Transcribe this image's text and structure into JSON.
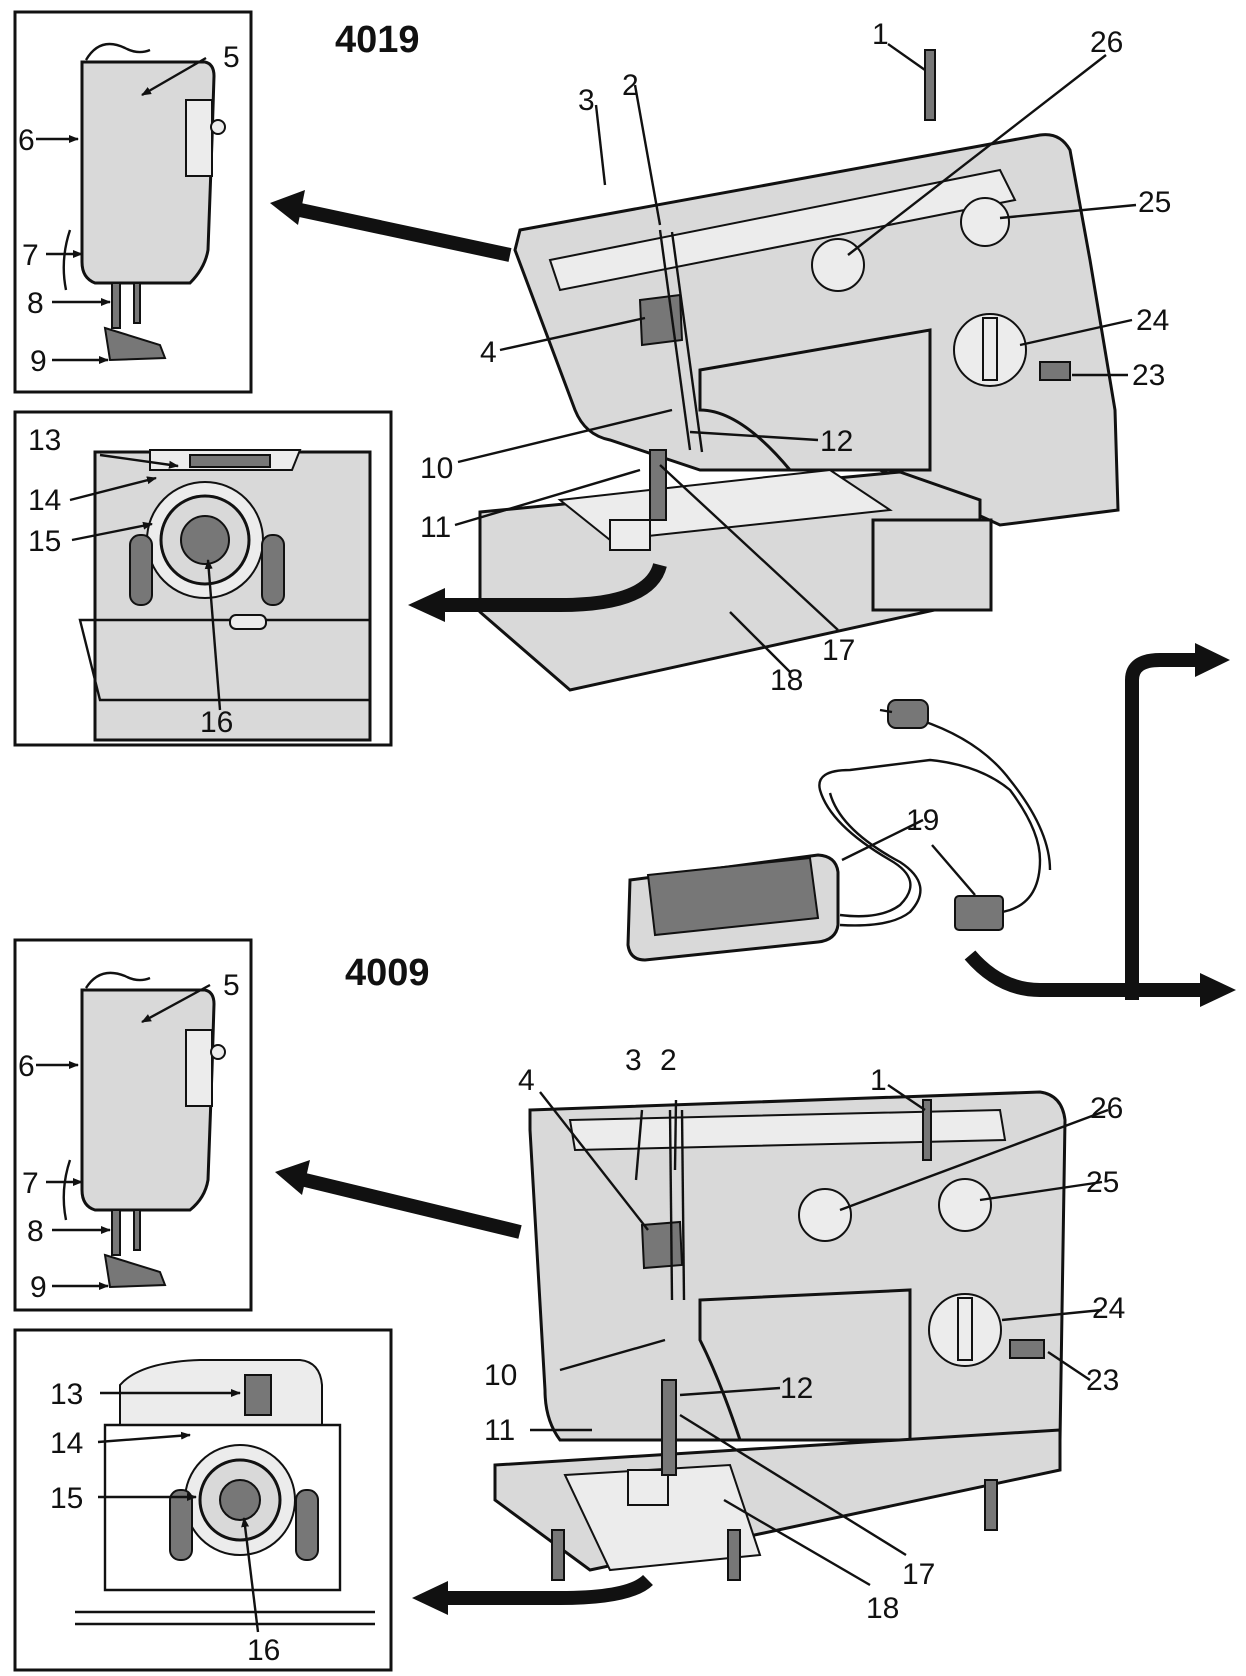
{
  "models": {
    "top": "4019",
    "bottom": "4009"
  },
  "labels": {
    "l1": "1",
    "l2": "2",
    "l3": "3",
    "l4": "4",
    "l5": "5",
    "l6": "6",
    "l7": "7",
    "l8": "8",
    "l9": "9",
    "l10": "10",
    "l11": "11",
    "l12": "12",
    "l13": "13",
    "l14": "14",
    "l15": "15",
    "l16": "16",
    "l17": "17",
    "l18": "18",
    "l19": "19",
    "l23": "23",
    "l24": "24",
    "l25": "25",
    "l26": "26"
  }
}
